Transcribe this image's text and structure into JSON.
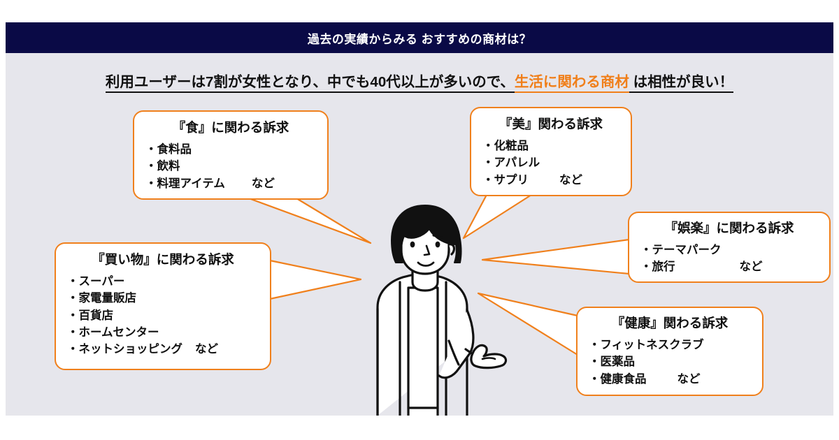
{
  "header": {
    "title": "過去の実績からみる おすすめの商材は？",
    "bar_color": "#0a0a46",
    "text_color": "#ffffff"
  },
  "subtitle": {
    "part1": "利用ユーザーは7割が女性となり、中でも40代以上が多いので、",
    "highlight": "生活に関わる商材",
    "part2": " は相性が良い！",
    "highlight_color": "#f07f1a",
    "text_color": "#111111"
  },
  "theme": {
    "panel_background": "#e6e6ec",
    "callout_border": "#f0801c",
    "callout_background": "#ffffff",
    "accent": "#f07f1a"
  },
  "callouts": [
    {
      "id": "food",
      "title": "『食』に関わる訴求",
      "items": [
        "・食料品",
        "・飲料",
        "・料理アイテム"
      ],
      "nado": "など",
      "nado_on_index": 2
    },
    {
      "id": "beauty",
      "title": "『美』関わる訴求",
      "items": [
        "・化粧品",
        "・アパレル",
        "・サプリ"
      ],
      "nado": "など",
      "nado_on_index": 2
    },
    {
      "id": "fun",
      "title": "『娯楽』に関わる訴求",
      "items": [
        "・テーマパーク",
        "・旅行"
      ],
      "nado": "など",
      "nado_on_index": 1
    },
    {
      "id": "shopping",
      "title": "『買い物』に関わる訴求",
      "items": [
        "・スーパー",
        "・家電量販店",
        "・百貨店",
        "・ホームセンター",
        "・ネットショッピング"
      ],
      "nado": "など",
      "nado_on_index": 4
    },
    {
      "id": "health",
      "title": "『健康』関わる訴求",
      "items": [
        "・フィットネスクラブ",
        "・医薬品",
        "・健康食品"
      ],
      "nado": "など",
      "nado_on_index": 2
    }
  ],
  "illustration": {
    "name": "woman-presenting-illustration",
    "description": "線画の女性イラスト（ボブヘア・カーディガン・手のひらを上に向けた案内ポーズ）"
  }
}
